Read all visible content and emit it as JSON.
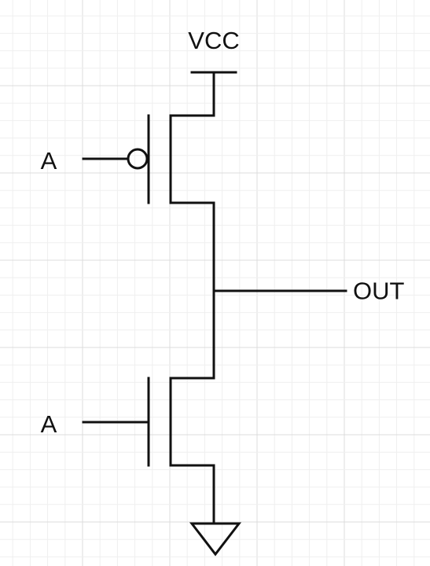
{
  "diagram": {
    "type": "CMOS inverter schematic",
    "labels": {
      "supply": "VCC",
      "input_top": "A",
      "input_bottom": "A",
      "output": "OUT"
    },
    "colors": {
      "background": "#ffffff",
      "grid_minor": "#efefef",
      "grid_major": "#dcdcdc",
      "wire": "#111111"
    },
    "components": [
      {
        "id": "vcc-supply",
        "kind": "power-supply-bar"
      },
      {
        "id": "pmos",
        "kind": "p-channel-mosfet",
        "gate_input": "input_top"
      },
      {
        "id": "nmos",
        "kind": "n-channel-mosfet",
        "gate_input": "input_bottom"
      },
      {
        "id": "gnd",
        "kind": "ground-symbol"
      }
    ]
  }
}
